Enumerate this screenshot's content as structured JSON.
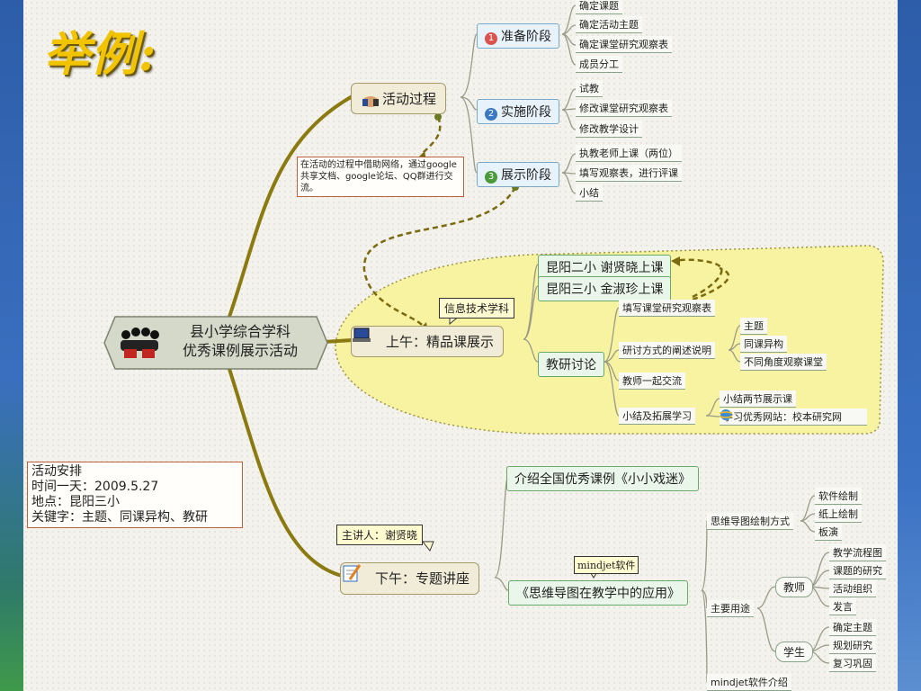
{
  "title": "举例:",
  "root": {
    "line1": "县小学综合学科",
    "line2": "优秀课例展示活动"
  },
  "arrangement": {
    "line1": "活动安排",
    "line2": "时间一天：2009.5.27",
    "line3": "地点：昆阳三小",
    "line4": "关键字：主题、同课异构、教研"
  },
  "process": {
    "label": "活动过程",
    "note": "在活动的过程中借助网络，通过google共享文档、google论坛、QQ群进行交流。",
    "stages": [
      {
        "num": "1",
        "label": "准备阶段",
        "color": "#d9534f",
        "items": [
          "确定课题",
          "确定活动主题",
          "确定课堂研究观察表",
          "成员分工"
        ]
      },
      {
        "num": "2",
        "label": "实施阶段",
        "color": "#3a78c2",
        "items": [
          "试教",
          "修改课堂研究观察表",
          "修改教学设计"
        ]
      },
      {
        "num": "3",
        "label": "展示阶段",
        "color": "#4a9a3a",
        "items": [
          "执教老师上课（两位）",
          "填写观察表，进行评课",
          "小结"
        ]
      }
    ]
  },
  "morning": {
    "label": "上午：精品课展示",
    "callout": "信息技术学科",
    "lessons": [
      "昆阳二小 谢贤晓上课",
      "昆阳三小 金淑珍上课"
    ],
    "discussion": {
      "label": "教研讨论",
      "items": [
        "填写课堂研究观察表",
        "研讨方式的阐述说明",
        "教师一起交流",
        "小结及拓展学习"
      ],
      "methods": [
        "主题",
        "同课异构",
        "不同角度观察课堂"
      ],
      "extension": [
        "小结两节展示课",
        "学习优秀网站：校本研究网"
      ]
    }
  },
  "afternoon": {
    "label": "下午：专题讲座",
    "callout": "主讲人：谢贤晓",
    "topic1": "介绍全国优秀课例《小小戏迷》",
    "topic2": "《思维导图在教学中的应用》",
    "topic2_callout": "mindjet软件",
    "methods_label": "思维导图绘制方式",
    "methods": [
      "软件绘制",
      "纸上绘制",
      "板演"
    ],
    "uses_label": "主要用途",
    "teacher": "教师",
    "teacher_items": [
      "教学流程图",
      "课题的研究",
      "活动组织",
      "发言"
    ],
    "student": "学生",
    "student_items": [
      "确定主题",
      "规划研究",
      "复习巩固"
    ],
    "intro": "mindjet软件介绍"
  },
  "colors": {
    "branch": "#8a7a10",
    "highlight": "#f7f3a0",
    "accent_title": "#f2c400"
  },
  "icons": [
    "handshake-icon",
    "people-icon",
    "laptop-icon",
    "notepad-icon",
    "ie-icon"
  ]
}
